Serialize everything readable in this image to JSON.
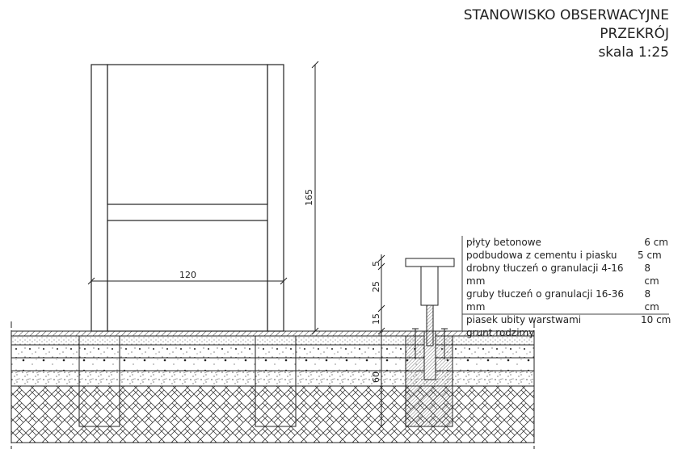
{
  "title": {
    "line1": "STANOWISKO OBSERWACYJNE",
    "line2": "PRZEKRÓJ",
    "line3": "skala 1:25"
  },
  "dimensions": {
    "height": "165",
    "width": "120",
    "d1": "5",
    "d2": "25",
    "d3": "15",
    "d4": "60"
  },
  "legend": [
    {
      "name": "płyty betonowe",
      "value": "6 cm"
    },
    {
      "name": "podbudowa z cementu i piasku",
      "value": "5 cm"
    },
    {
      "name": "drobny tłuczeń o granulacji 4-16 mm",
      "value": "8 cm"
    },
    {
      "name": "gruby tłuczeń o granulacji 16-36 mm",
      "value": "8 cm"
    },
    {
      "name": "piasek ubity warstwami",
      "value": "10 cm"
    },
    {
      "name": "grunt rodzimy",
      "value": ""
    }
  ]
}
